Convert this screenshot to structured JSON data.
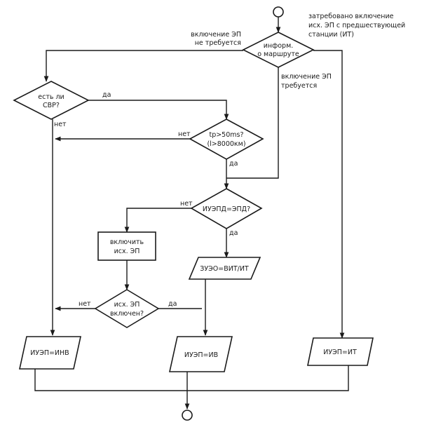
{
  "nodes": {
    "decision_info": [
      "информ.",
      "о маршруте"
    ],
    "decision_svr": [
      "есть ли",
      "СВР?"
    ],
    "decision_tr": [
      "tр>50ms?",
      "(l>8000км)"
    ],
    "decision_iuepd": [
      "ИУЭПД=ЭПД?"
    ],
    "process_enable": [
      "включить",
      "исх. ЭП"
    ],
    "decision_enabled": [
      "исх. ЭП",
      "включен?"
    ],
    "io_zueo": "ЗУЭО=ВИТ/ИТ",
    "io_iuep_inv": "ИУЭП=ИНВ",
    "io_iuep_iv": "ИУЭП=ИВ",
    "io_iuep_it": "ИУЭП=ИТ"
  },
  "labels": {
    "not_required": [
      "включение ЭП",
      "не требуется"
    ],
    "requested_prev": [
      "затребовано включение",
      "исх. ЭП с предшествующей",
      "станции (ИТ)"
    ],
    "required": [
      "включение ЭП",
      "требуется"
    ],
    "svr_yes": "да",
    "svr_no": "нет",
    "tr_no": "нет",
    "tr_yes": "да",
    "iuepd_no": "нет",
    "iuepd_yes": "да",
    "enabled_no": "нет",
    "enabled_yes": "да"
  }
}
